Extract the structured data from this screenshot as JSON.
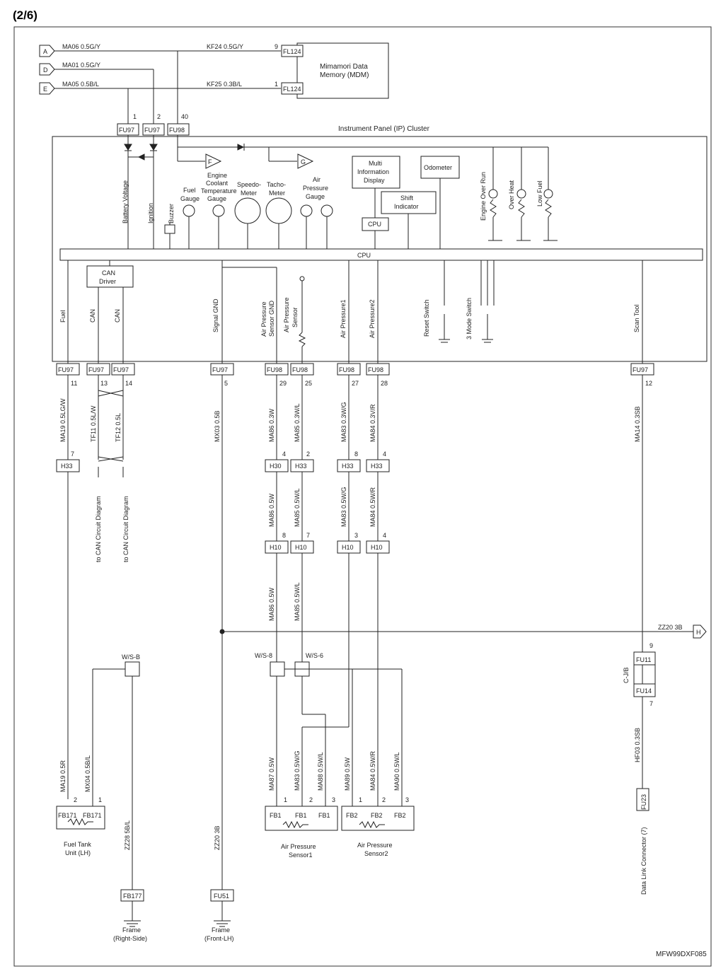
{
  "page": {
    "number": "(2/6)",
    "doc_code": "MFW99DXF085"
  },
  "top_connectors": [
    {
      "letter": "A",
      "wire": "MA06 0.5G/Y"
    },
    {
      "letter": "D",
      "wire": "MA01 0.5G/Y"
    },
    {
      "letter": "E",
      "wire": "MA05 0.5B/L"
    }
  ],
  "mdm": {
    "line1": "Mimamori Data",
    "line2": "Memory (MDM)",
    "wire_a": "KF24 0.5G/Y",
    "wire_b": "KF25 0.3B/L",
    "pin_a": "9",
    "pin_b": "1",
    "connector": "FL124"
  },
  "ip_cluster": {
    "title": "Instrument Panel (IP) Cluster",
    "cpu": "CPU",
    "top_connectors": [
      {
        "name": "FU97",
        "pin": "1"
      },
      {
        "name": "FU97",
        "pin": "2"
      },
      {
        "name": "FU98",
        "pin": "40"
      }
    ],
    "labels": {
      "battery_voltage": "Battery Voltage",
      "ignition": "Ignition",
      "buzzer": "Buzzer",
      "fuel_gauge": [
        "Fuel",
        "Gauge"
      ],
      "coolant_gauge": [
        "Engine",
        "Coolant",
        "Temperature",
        "Gauge"
      ],
      "speedometer": [
        "Speedo-",
        "Meter"
      ],
      "tachometer": [
        "Tacho-",
        "Meter"
      ],
      "air_pressure_gauge": [
        "Air",
        "Pressure",
        "Gauge"
      ],
      "multi_info": [
        "Multi",
        "Information",
        "Display"
      ],
      "odometer": "Odometer",
      "shift_indicator": [
        "Shift",
        "Indicator"
      ],
      "inner_cpu": "CPU",
      "engine_over_run": "Engine Over Run",
      "over_heat": "Over Heat",
      "low_fuel": "Low Fuel",
      "can_driver": [
        "CAN",
        "Driver"
      ],
      "fuel": "Fuel",
      "can_1": "CAN",
      "can_2": "CAN",
      "signal_gnd": "Signal GND",
      "ap_sensor_gnd": [
        "Air Pressure",
        "Sensor GND"
      ],
      "ap_sensor": [
        "Air Pressure",
        "Sensor"
      ],
      "air_pressure1": "Air Pressure1",
      "air_pressure2": "Air Pressure2",
      "reset_switch": "Reset Switch",
      "mode_switch": "3 Mode Switch",
      "scan_tool": "Scan Tool",
      "flag_f": "F",
      "flag_g": "G"
    }
  },
  "bottom_connectors": [
    {
      "name": "FU97",
      "pin": "11"
    },
    {
      "name": "FU97",
      "pin": "13"
    },
    {
      "name": "FU97",
      "pin": "14"
    },
    {
      "name": "FU97",
      "pin": "5"
    },
    {
      "name": "FU98",
      "pin": "29"
    },
    {
      "name": "FU98",
      "pin": "25"
    },
    {
      "name": "FU98",
      "pin": "27"
    },
    {
      "name": "FU98",
      "pin": "28"
    },
    {
      "name": "FU97",
      "pin": "12"
    }
  ],
  "wires": {
    "ma19": "MA19 0.5LG/W",
    "tf11": "TF11 0.5L/W",
    "tf12": "TF12 0.5L",
    "mx03": "MX03 0.5B",
    "ma86a": "MA86 0.3W",
    "ma85a": "MA85 0.3W/L",
    "ma83a": "MA83 0.3W/G",
    "ma84a": "MA84 0.3V/R",
    "ma14": "MA14 0.3SB",
    "ma86b": "MA86 0.5W",
    "ma85b": "MA85 0.5W/L",
    "ma83b": "MA83 0.5W/G",
    "ma84b": "MA84 0.5W/R",
    "ma86c": "MA86 0.5W",
    "ma85c": "MA85 0.5W/L",
    "zz20a": "ZZ20 3B",
    "hf03": "HF03 0.3SB",
    "ma19b": "MA19 0.5R",
    "mx04": "MX04 0.5B/L",
    "zz28": "ZZ28 5B/L",
    "zz20b": "ZZ20 3B",
    "ma87": "MA87 0.5W",
    "ma83c": "MA83 0.5W/G",
    "ma88": "MA88 0.5W/L",
    "ma89": "MA89 0.5W",
    "ma84c": "MA84 0.5W/R",
    "ma90": "MA90 0.5W/L"
  },
  "mid_connectors": {
    "h33_fuel": {
      "name": "H33",
      "pin": "7"
    },
    "h30": {
      "name": "H30",
      "pin": "4"
    },
    "h33_b": {
      "name": "H33",
      "pin": "2"
    },
    "h33_c": {
      "name": "H33",
      "pin": "8"
    },
    "h33_d": {
      "name": "H33",
      "pin": "4"
    },
    "h10_a": {
      "name": "H10",
      "pin": "8"
    },
    "h10_b": {
      "name": "H10",
      "pin": "7"
    },
    "h10_c": {
      "name": "H10",
      "pin": "3"
    },
    "h10_d": {
      "name": "H10",
      "pin": "4"
    }
  },
  "can_refs": [
    "to CAN Circuit Diagram",
    "to CAN Circuit Diagram"
  ],
  "splices": {
    "ws_b": "W/S-B",
    "ws_8": "W/S-8",
    "ws_6": "W/S-6",
    "cjb": "C-J/B"
  },
  "h_connector": {
    "letter": "H"
  },
  "cjb": {
    "top": "FU11",
    "bottom": "FU14",
    "pin_top": "9",
    "pin_bottom": "7"
  },
  "fuel_tank": {
    "connector": "FB171",
    "pins": [
      "2",
      "1"
    ],
    "label": [
      "Fuel Tank",
      "Unit (LH)"
    ]
  },
  "ap_sensor1": {
    "connector": "FB1",
    "pins": [
      "1",
      "2",
      "3"
    ],
    "label": [
      "Air Pressure",
      "Sensor1"
    ]
  },
  "ap_sensor2": {
    "connector": "FB2",
    "pins": [
      "1",
      "2",
      "3"
    ],
    "label": [
      "Air Pressure",
      "Sensor2"
    ]
  },
  "grounds": [
    {
      "connector": "FB177",
      "label": [
        "Frame",
        "(Right-Side)"
      ]
    },
    {
      "connector": "FU51",
      "label": [
        "Frame",
        "(Front-LH)"
      ]
    }
  ],
  "dlc": {
    "connector": "FU23",
    "label": "Data Link Connector (7)"
  }
}
